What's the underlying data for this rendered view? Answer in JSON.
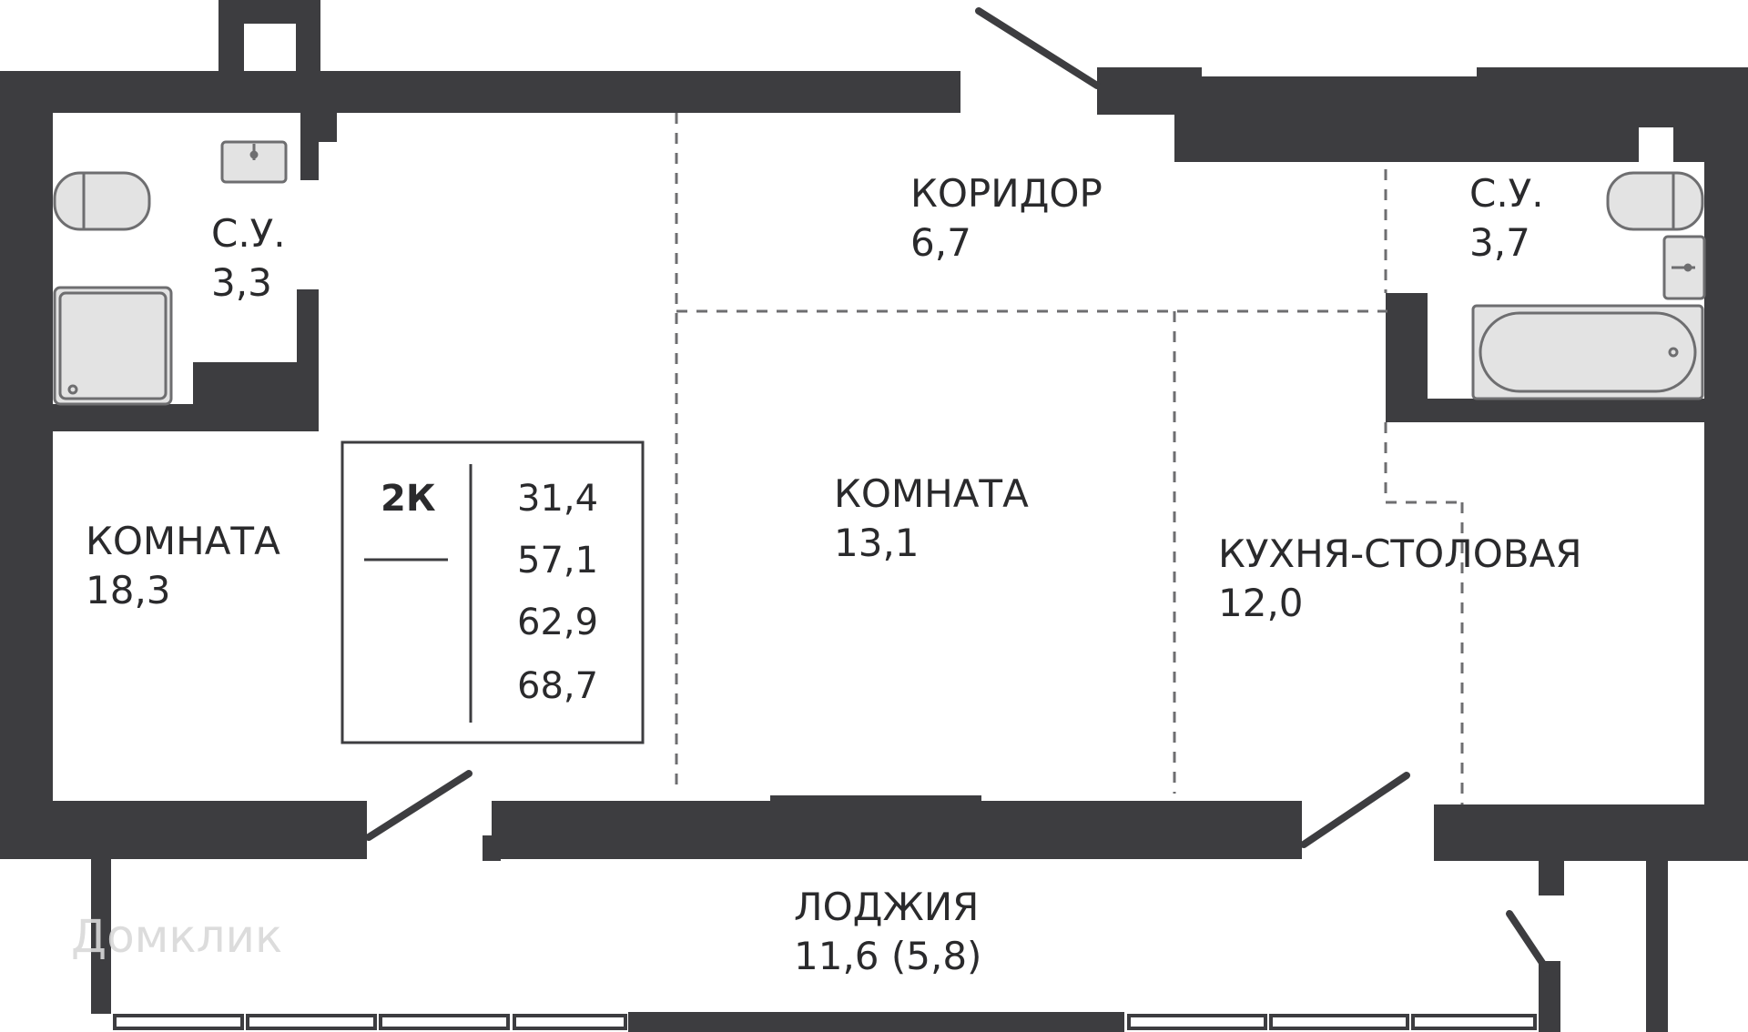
{
  "rooms": {
    "bath_left": {
      "name": "С.У.",
      "area": "3,3"
    },
    "corridor": {
      "name": "КОРИДОР",
      "area": "6,7"
    },
    "bath_right": {
      "name": "С.У.",
      "area": "3,7"
    },
    "room_left": {
      "name": "КОМНАТА",
      "area": "18,3"
    },
    "room_center": {
      "name": "КОМНАТА",
      "area": "13,1"
    },
    "kitchen": {
      "name": "КУХНЯ-СТОЛОВАЯ",
      "area": "12,0"
    },
    "loggia": {
      "name": "ЛОДЖИЯ",
      "area": "11,6 (5,8)"
    }
  },
  "summary": {
    "type": "2К",
    "values": [
      "31,4",
      "57,1",
      "62,9",
      "68,7"
    ]
  },
  "watermark": {
    "text": "Домклик"
  },
  "colors": {
    "wall": "#3d3d40",
    "line": "#6e6e70",
    "fixture_fill": "#e3e3e3",
    "background": "#ffffff"
  }
}
